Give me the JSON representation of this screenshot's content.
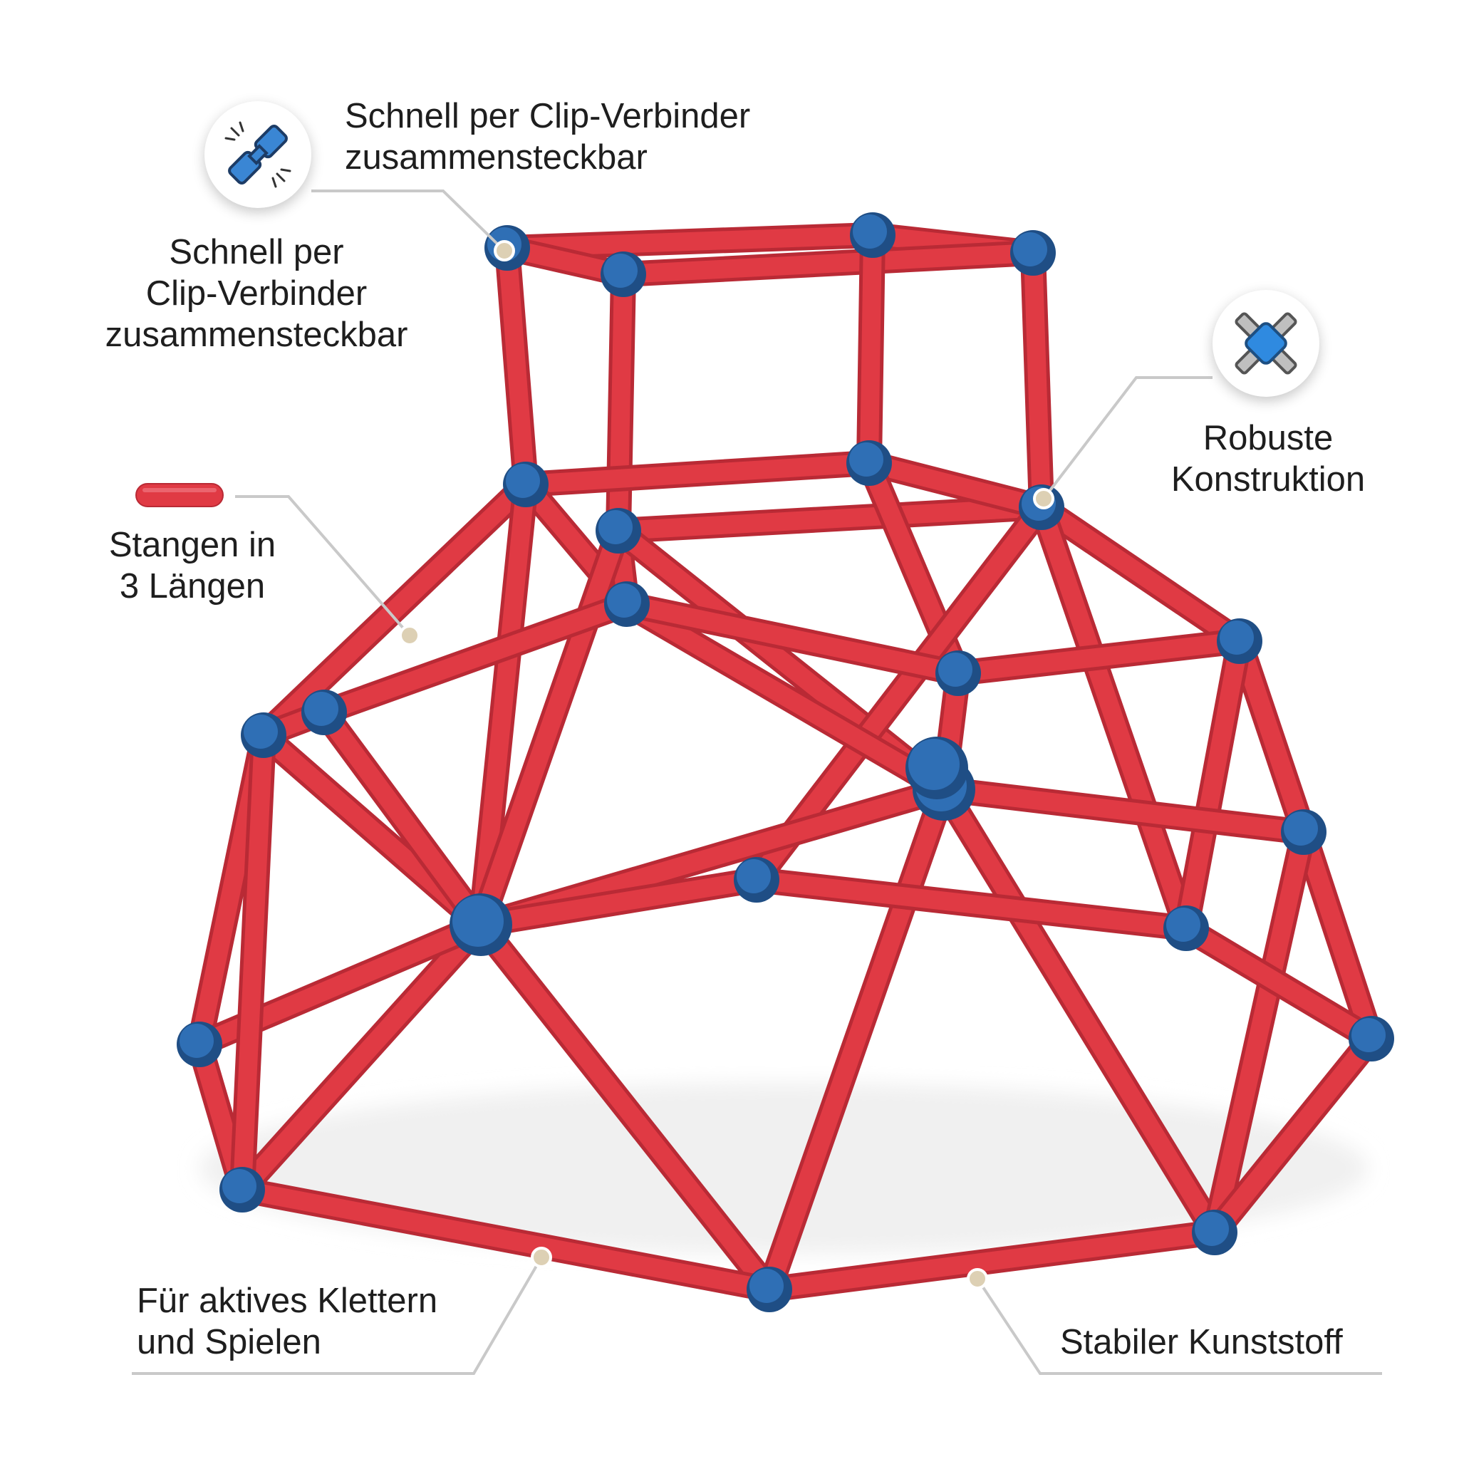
{
  "colors": {
    "rod": "#e03a44",
    "rod_shade": "#b92a35",
    "joint": "#2f6fb5",
    "joint_shade": "#1f4e85",
    "callout_line": "#c9c9c9",
    "dot": "#ddd0b4"
  },
  "callouts": {
    "clip_top": {
      "icon": "clip-connector-icon",
      "lines": [
        "Schnell per Clip-Verbinder",
        "zusammensteckbar"
      ]
    },
    "clip_left": {
      "lines": [
        "Schnell per",
        "Clip-Verbinder",
        "zusammensteckbar"
      ]
    },
    "robust": {
      "icon": "cross-joint-icon",
      "lines": [
        "Robuste",
        "Konstruktion"
      ]
    },
    "rods": {
      "icon": "rod-icon",
      "lines": [
        "Stangen in",
        "3 Längen"
      ]
    },
    "climb": {
      "lines": [
        "Für aktives Klettern",
        "und Spielen"
      ]
    },
    "plastic": {
      "lines": [
        "Stabiler Kunststoff"
      ]
    }
  }
}
